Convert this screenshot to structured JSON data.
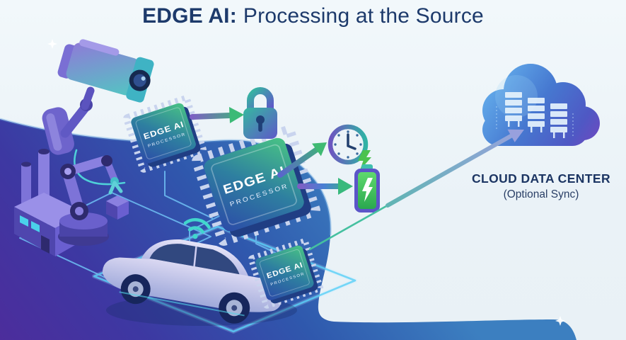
{
  "title": {
    "emphasis": "EDGE AI:",
    "rest": "Processing at the Source"
  },
  "chips": {
    "camera_chip": {
      "line1": "EDGE AI",
      "line2": "PROCESSOR"
    },
    "main_chip": {
      "line1": "EDGE AI",
      "line2": "PROCESSOR"
    },
    "car_chip": {
      "line1": "EDGE AI",
      "line2": "PROCESSOR"
    }
  },
  "cloud": {
    "label": "CLOUD DATA CENTER",
    "sublabel": "(Optional Sync)"
  },
  "icons": [
    "security-camera-icon",
    "factory-icon",
    "robot-arm-icon",
    "autonomous-car-icon",
    "wifi-icon",
    "lock-icon",
    "clock-icon",
    "lightning-icon",
    "battery-icon",
    "cloud-icon",
    "server-rack-icon",
    "sparkle-icon"
  ],
  "colors": {
    "background": "#edf4f8",
    "title_navy": "#1d3a6b",
    "blob_purple": "#4c2d9c",
    "blob_indigo": "#3d38a2",
    "blob_blue": "#3c7fc0",
    "accent_green": "#3cba77",
    "accent_teal": "#35b8a0",
    "accent_purple": "#7e5ec4",
    "arrow_lavender": "#9aa2de",
    "neon_trace": "#5fb8f5",
    "chip_green": "#49c584",
    "chip_blue": "#2c4aa8"
  }
}
